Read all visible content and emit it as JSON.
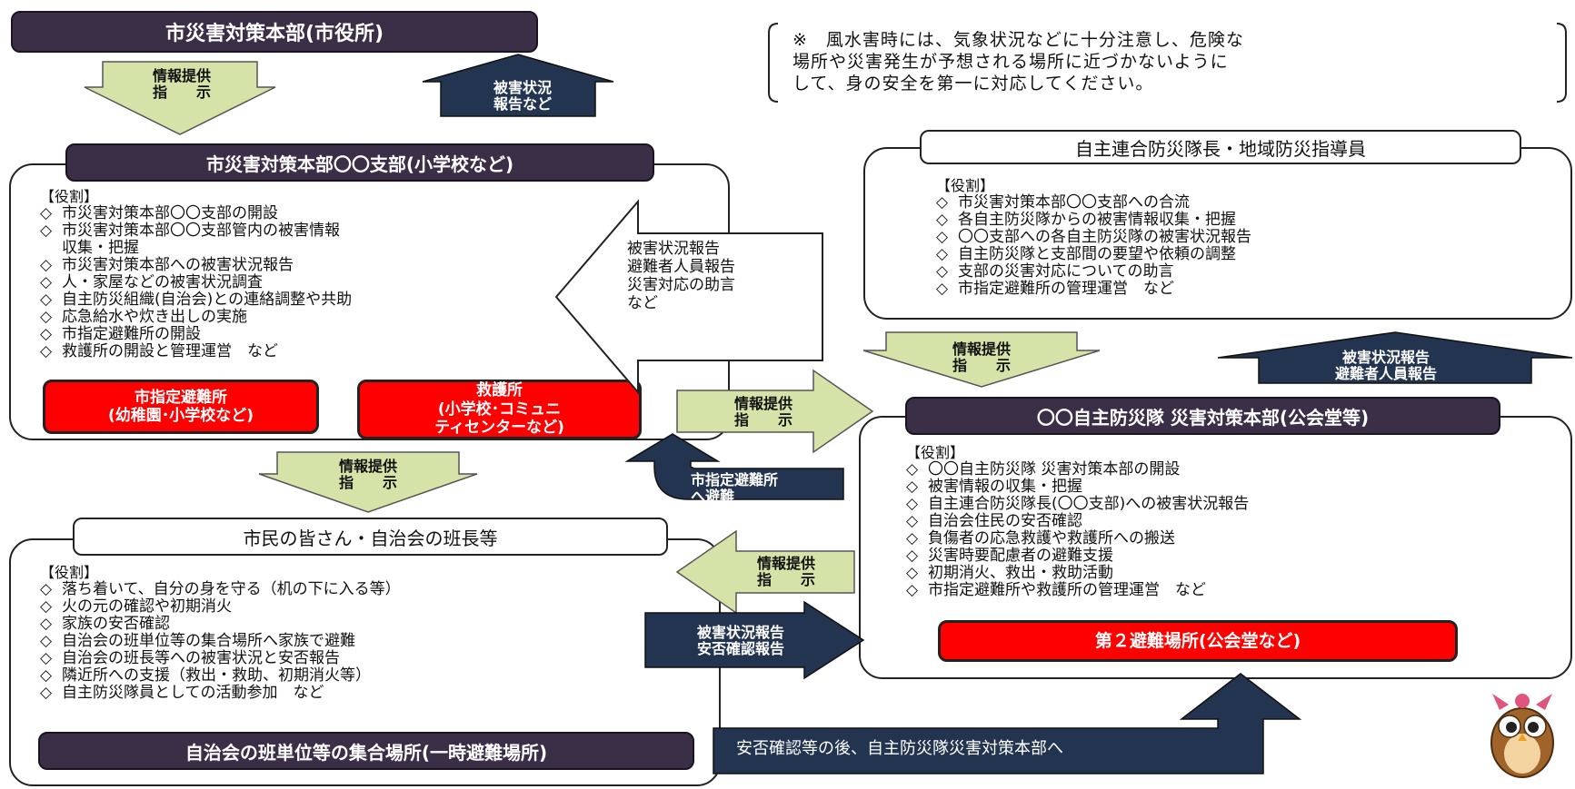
{
  "colors": {
    "dark_purple": "#3b2e47",
    "light_green": "#d6e3a8",
    "navy": "#22344f",
    "red": "#ff0000",
    "white": "#ffffff"
  },
  "city_hq": {
    "title": "市災害対策本部(市役所)"
  },
  "note": {
    "line1": "※　風水害時には、気象状況などに十分注意し、危険な",
    "line2": "場所や災害発生が予想される場所に近づかないように",
    "line3": "して、身の安全を第一に対応してください。"
  },
  "arrows": {
    "hq_down": {
      "line1": "情報提供",
      "line2": "指　　示"
    },
    "hq_up": {
      "line1": "被害状況",
      "line2": "報告など"
    },
    "branch_from_right": {
      "line1": "被害状況報告",
      "line2": "避難者人員報告",
      "line3": "災害対応の助言",
      "line4": "など"
    },
    "leader_down": {
      "line1": "情報提供",
      "line2": "指　　示"
    },
    "leader_up": {
      "line1": "被害状況報告",
      "line2": "避難者人員報告"
    },
    "branch_to_right": {
      "line1": "情報提供",
      "line2": "指　　示"
    },
    "evacuate": {
      "line1": "市指定避難所",
      "line2": "へ避難"
    },
    "branch_down": {
      "line1": "情報提供",
      "line2": "指　　示"
    },
    "citizens_from_right": {
      "line1": "情報提供",
      "line2": "指　　示"
    },
    "citizens_to_right": {
      "line1": "被害状況報告",
      "line2": "安否確認報告"
    },
    "bottom_path": {
      "label": "安否確認等の後、自主防災隊災害対策本部へ"
    }
  },
  "branch": {
    "title": "市災害対策本部〇〇支部(小学校など)",
    "role_heading": "【役割】",
    "roles": [
      "市災害対策本部〇〇支部の開設",
      "市災害対策本部〇〇支部管内の被害情報",
      "市災害対策本部への被害状況報告",
      "人・家屋などの被害状況調査",
      "自主防災組織(自治会)との連絡調整や共助",
      "応急給水や炊き出しの実施",
      "市指定避難所の開設",
      "救護所の開設と管理運営　など"
    ],
    "roles_continuation": "収集・把握",
    "red1": {
      "line1": "市指定避難所",
      "line2": "(幼稚園･小学校など)"
    },
    "red2": {
      "line1": "救護所",
      "line2": "(小学校･コミュニ",
      "line3": "ティセンターなど)"
    }
  },
  "leader": {
    "title": "自主連合防災隊長・地域防災指導員",
    "role_heading": "【役割】",
    "roles": [
      "市災害対策本部〇〇支部への合流",
      "各自主防災隊からの被害情報収集・把握",
      "〇〇支部への各自主防災隊の被害状況報告",
      "自主防災隊と支部間の要望や依頼の調整",
      "支部の災害対応についての助言",
      "市指定避難所の管理運営　など"
    ]
  },
  "self_defense": {
    "title": "〇〇自主防災隊 災害対策本部(公会堂等)",
    "role_heading": "【役割】",
    "roles": [
      "〇〇自主防災隊 災害対策本部の開設",
      "被害情報の収集・把握",
      "自主連合防災隊長(〇〇支部)への被害状況報告",
      "自治会住民の安否確認",
      "負傷者の応急救護や救護所への搬送",
      "災害時要配慮者の避難支援",
      "初期消火、救出・救助活動",
      "市指定避難所や救護所の管理運営　など"
    ],
    "red": {
      "label": "第２避難場所(公会堂など)"
    }
  },
  "citizens": {
    "title": "市民の皆さん・自治会の班長等",
    "role_heading": "【役割】",
    "roles": [
      "落ち着いて、自分の身を守る（机の下に入る等）",
      "火の元の確認や初期消火",
      "家族の安否確認",
      "自治会の班単位等の集合場所へ家族で避難",
      "自治会の班長等への被害状況と安否報告",
      "隣近所への支援（救出・救助、初期消火等）",
      "自主防災隊員としての活動参加　など"
    ],
    "gathering": {
      "label": "自治会の班単位等の集合場所(一時避難場所)"
    }
  },
  "mascot": {
    "name": "owl-mascot"
  }
}
